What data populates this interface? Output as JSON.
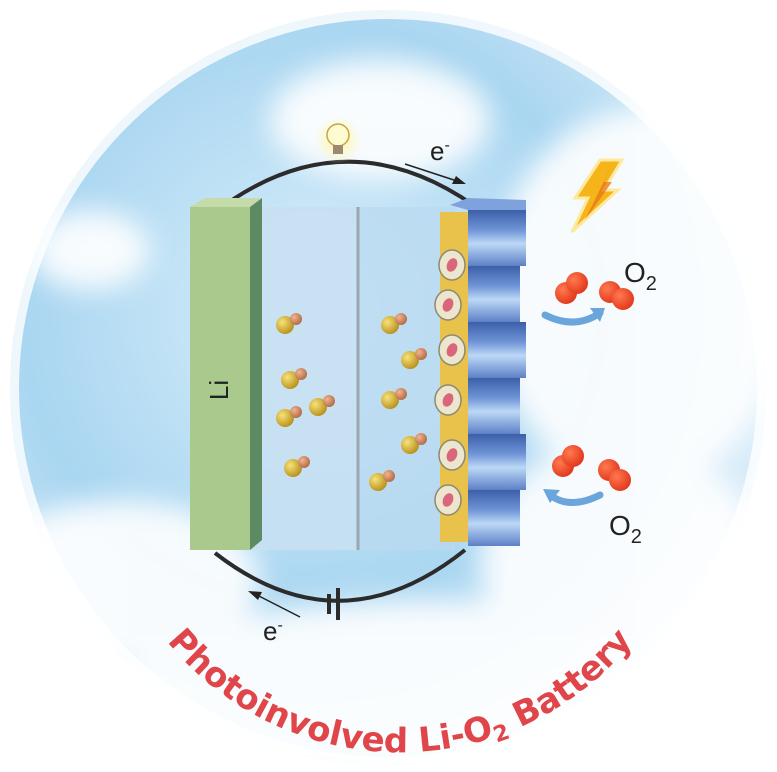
{
  "title": {
    "main": "Photoinvolved Li-O",
    "sub": "2",
    "tail": " Battery"
  },
  "anode_label": "Li",
  "electron_top": {
    "base": "e",
    "sup": "-"
  },
  "electron_bottom": {
    "base": "e",
    "sup": "-"
  },
  "o2_top": {
    "base": "O",
    "sub": "2"
  },
  "o2_bottom": {
    "base": "O",
    "sub": "2"
  },
  "colors": {
    "title": "#e0454a",
    "anode": "#a9c98d",
    "cathode": "#5d86c9",
    "oxygen": "#ee4a2a",
    "sky": "#9fd0ee"
  },
  "icons": [
    "light-bulb-icon",
    "lightning-icon",
    "battery-symbol-icon"
  ]
}
